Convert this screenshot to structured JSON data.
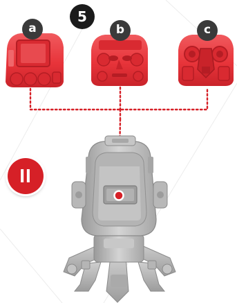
{
  "step": {
    "number": "5"
  },
  "options": [
    {
      "label": "a",
      "part": "head-plate-screen"
    },
    {
      "label": "b",
      "part": "head-plate-face"
    },
    {
      "label": "c",
      "part": "head-plate-mask"
    }
  ],
  "stage": {
    "label": "II"
  },
  "colors": {
    "option_part": "#e8343a",
    "connector": "#d62027",
    "robot_body": "#bdbdbd",
    "step_badge": "#1b1b1b",
    "option_label_badge": "#3a3a3a",
    "stage_badge": "#d62027"
  }
}
